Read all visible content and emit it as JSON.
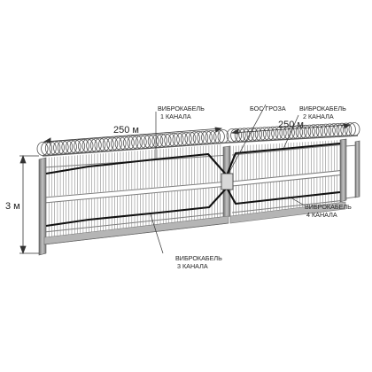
{
  "dimensions": {
    "span_left": "250 м",
    "span_right": "250 м",
    "height": "3 м"
  },
  "labels": {
    "cable1_line1": "ВИБРОКАБЕЛЬ",
    "cable1_line2": "1 КАНАЛА",
    "bos": "БОС ГРОЗА",
    "cable2_line1": "ВИБРОКАБЕЛЬ",
    "cable2_line2": "2 КАНАЛА",
    "cable3_line1": "ВИБРОКАБЕЛЬ",
    "cable3_line2": "3 КАНАЛА",
    "cable4_line1": "ВИБРОКАБЕЛЬ",
    "cable4_line2": "4 КАНАЛА"
  },
  "colors": {
    "cable": "#111111",
    "mesh": "#8a8a8a",
    "post": "#9a9a9a"
  }
}
